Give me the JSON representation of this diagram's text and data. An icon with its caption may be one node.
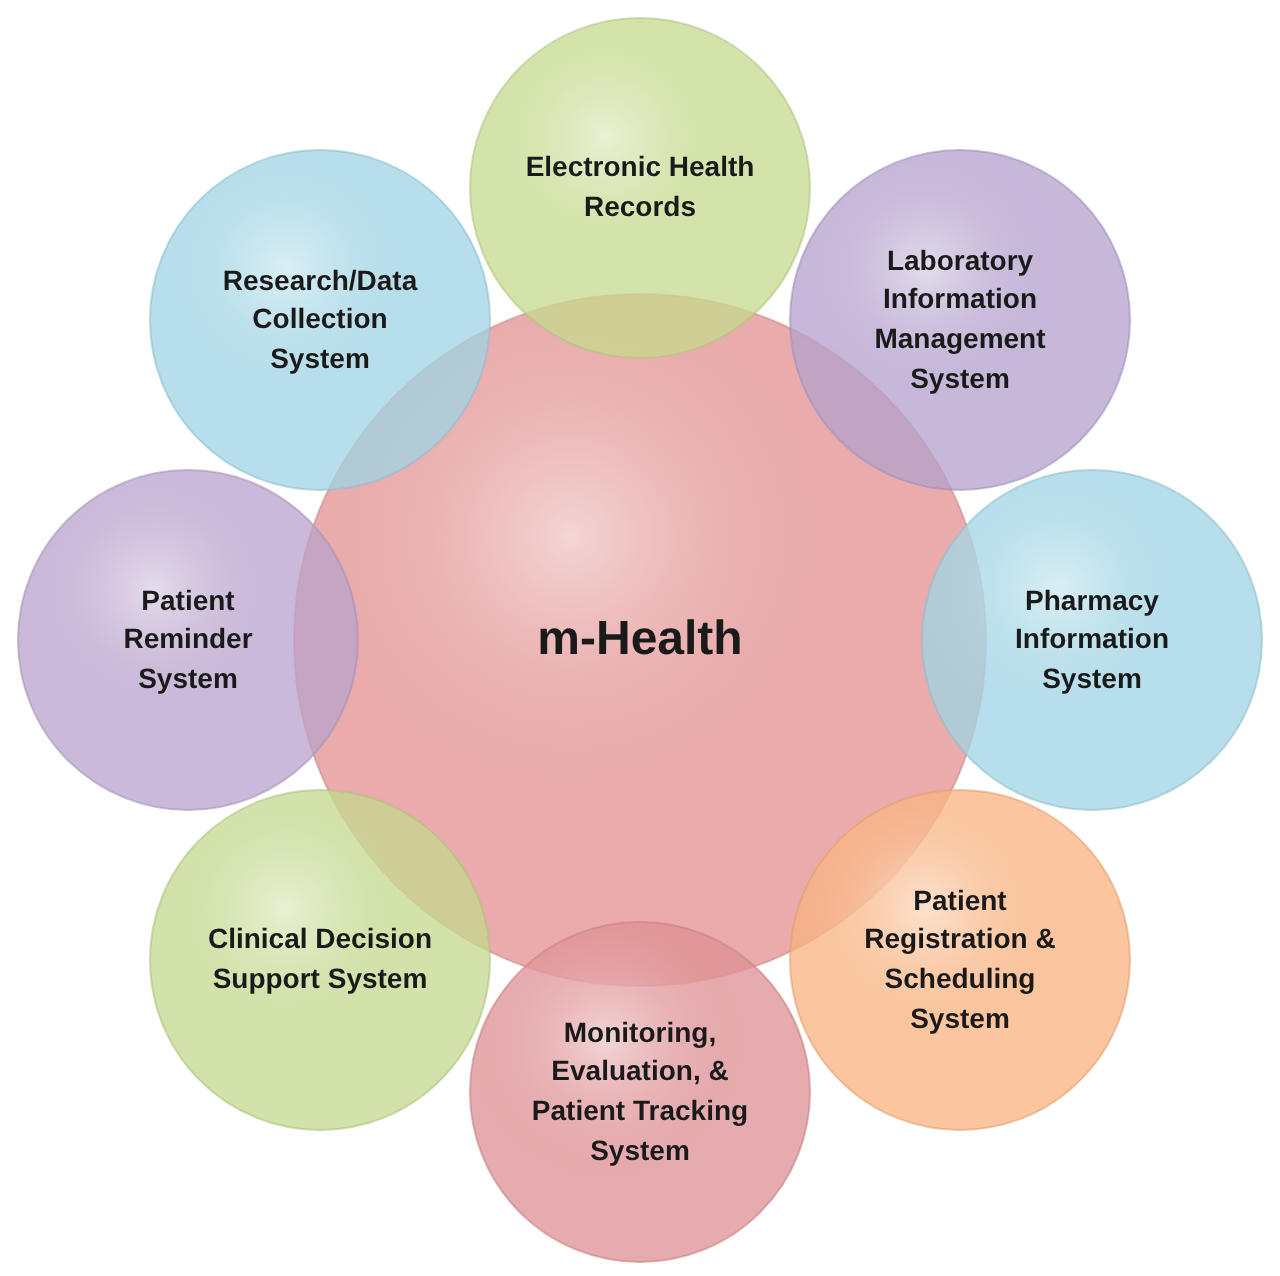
{
  "diagram": {
    "nodes": [
      {
        "text": [
          "m-Health"
        ]
      },
      {
        "text": [
          "Electronic Health Records"
        ]
      },
      {
        "text": [
          "Laboratory Information Management System"
        ]
      },
      {
        "text": [
          "Pharmacy Information System"
        ]
      },
      {
        "text": [
          "Patient Registration & Scheduling System"
        ]
      },
      {
        "text": [
          "Monitoring, Evaluation, & Patient Tracking System"
        ]
      },
      {
        "text": [
          "Clinical Decision Support System"
        ]
      },
      {
        "text": [
          "Patient Reminder System"
        ]
      },
      {
        "text": [
          "Research/Data Collection System"
        ]
      }
    ]
  }
}
